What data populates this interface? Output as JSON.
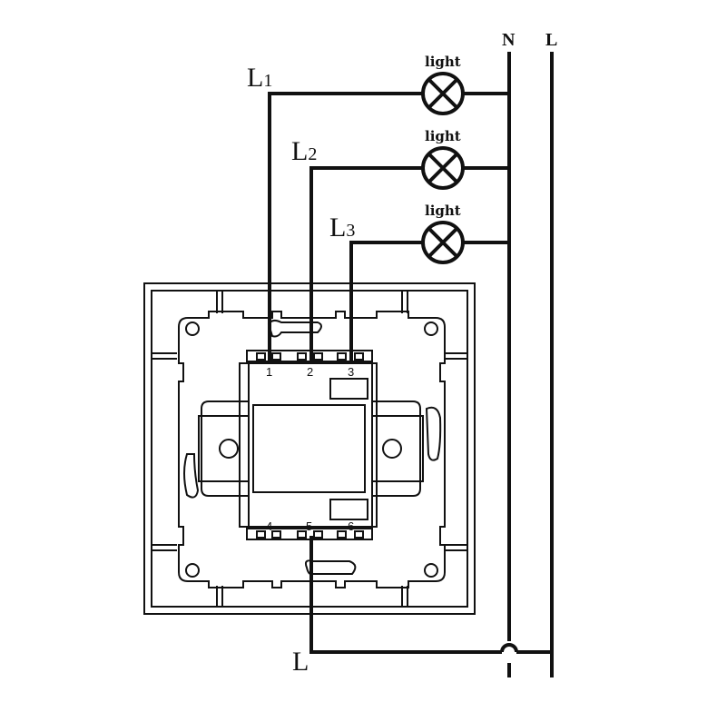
{
  "bus_labels": {
    "neutral": "N",
    "live": "L"
  },
  "lamps": [
    {
      "label": "light",
      "line": "L",
      "sub": "1"
    },
    {
      "label": "light",
      "line": "L",
      "sub": "2"
    },
    {
      "label": "light",
      "line": "L",
      "sub": "3"
    }
  ],
  "terminals_top": [
    "1",
    "2",
    "3"
  ],
  "terminals_bottom": [
    "4",
    "5",
    "6"
  ],
  "input_label": "L"
}
